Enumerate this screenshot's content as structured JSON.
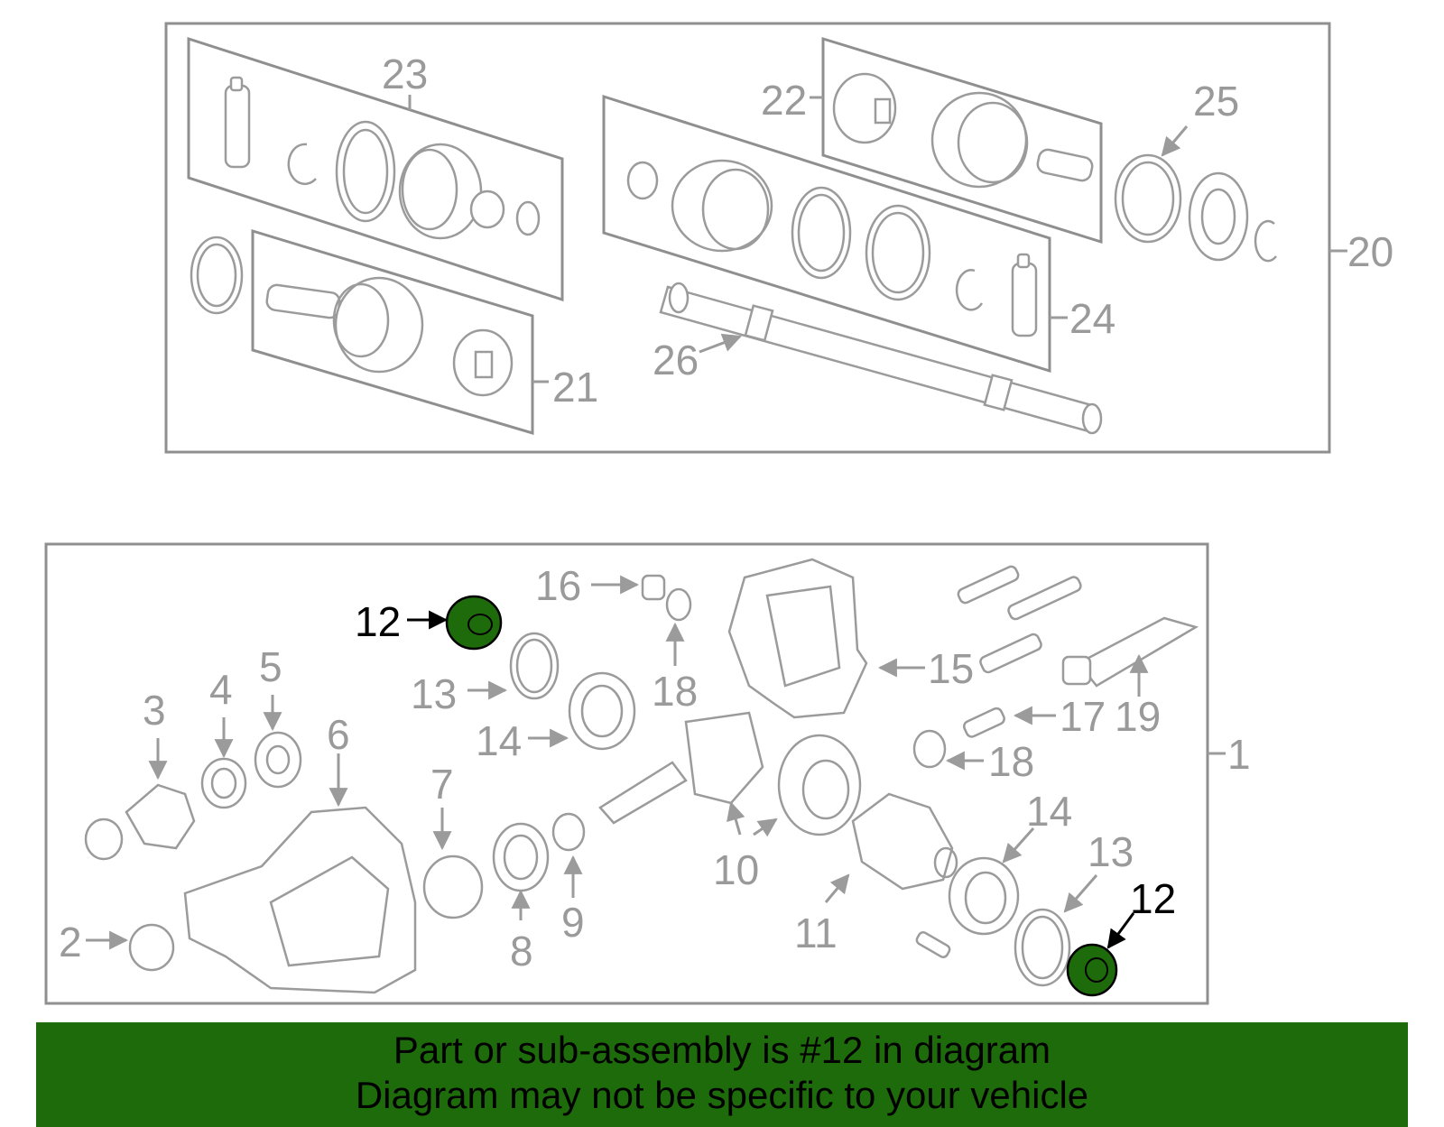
{
  "diagram": {
    "upper_labels": {
      "l20": "20",
      "l21": "21",
      "l22": "22",
      "l23": "23",
      "l24": "24",
      "l25": "25",
      "l26": "26"
    },
    "lower_labels": {
      "l1": "1",
      "l2": "2",
      "l3": "3",
      "l4": "4",
      "l5": "5",
      "l6": "6",
      "l7": "7",
      "l8": "8",
      "l9": "9",
      "l10": "10",
      "l11": "11",
      "l13a": "13",
      "l13b": "13",
      "l14a": "14",
      "l14b": "14",
      "l15": "15",
      "l16": "16",
      "l17": "17",
      "l18a": "18",
      "l18b": "18",
      "l19": "19"
    },
    "highlight_labels": {
      "l12a": "12",
      "l12b": "12"
    },
    "colors": {
      "highlight": "#1e6b0c",
      "line": "#9b9b9b",
      "banner": "#1e6b0c"
    }
  },
  "banner": {
    "line1": "Part or sub-assembly is #12 in diagram",
    "line2": "Diagram may not be specific to your vehicle"
  }
}
